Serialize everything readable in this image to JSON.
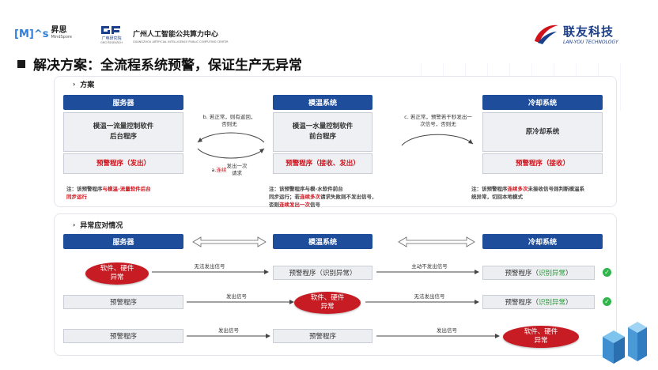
{
  "header": {
    "logo_mindspore_mark": "[M]^s",
    "logo_mindspore_cn": "昇思",
    "logo_mindspore_en": "MindSpore",
    "logo_gre_cn": "广电研究院",
    "logo_gre_en": "GRG RESEARCH",
    "center_title": "广州人工智能公共算力中心",
    "center_subtitle": "GUANGZHOU ARTIFICIAL INTELLIGENCE PUBLIC COMPUTING CENTER",
    "brand_cn": "联友科技",
    "brand_en": "LAN-YOU TECHNOLOGY"
  },
  "page_title": "解决方案：全流程系统预警，保证生产无异常",
  "section1": {
    "title": "方案",
    "col1": {
      "header": "服务器",
      "box1": "模温一流量控制软件\n后台程序",
      "box2": "预警程序（发出）"
    },
    "col2": {
      "header": "模温系统",
      "box1": "模温一水量控制软件\n前台程序",
      "box2": "预警程序（接收、发出）"
    },
    "col3": {
      "header": "冷却系统",
      "box1": "原冷却系统",
      "box2": "预警程序（接收）"
    },
    "arrow1_top": "b. 若正常，则有返回，\n否则无",
    "arrow1_bottom_pre": "a. ",
    "arrow1_bottom_red": "连续",
    "arrow1_bottom_post": "发出一次\n请求",
    "arrow2_top": "c. 若正常，预警若干秒发出一\n次信号，否则无",
    "note1_pre": "注：该预警程序",
    "note1_red": "与模温-流量软件后台\n同步运行",
    "note2_l1": "注：该预警程序与模-水软件前台",
    "note2_l2_pre": "同步运行；若",
    "note2_l2_red": "连续多次",
    "note2_l2_post": "请求失败则不发出信号，",
    "note2_l3_pre": "否则",
    "note2_l3_red": "连续发出一次",
    "note2_l3_post": "信号",
    "note3_pre": "注：该预警程序",
    "note3_red": "连续多次",
    "note3_post": "未接收信号则判断模温系\n统异常，切回本地模式"
  },
  "section2": {
    "title": "异常应对情况",
    "col1_header": "服务器",
    "col2_header": "模温系统",
    "col3_header": "冷却系统",
    "fault_label": "软件、硬件\n异常",
    "row1": {
      "mid": "预警程序（识别异常）",
      "arrow1": "无法发出信号",
      "arrow2": "主动不发出信号",
      "right_pre": "预警程序（",
      "right_red": "识别异常",
      "right_post": "）"
    },
    "row2": {
      "left": "预警程序",
      "arrow1": "发出信号",
      "arrow2": "无法发出信号",
      "right_pre": "预警程序（",
      "right_red": "识别异常",
      "right_post": "）"
    },
    "row3": {
      "left": "预警程序",
      "mid": "预警程序",
      "arrow1": "发出信号",
      "arrow2": "发出信号"
    }
  },
  "colors": {
    "header_blue": "#1e4d9b",
    "alert_red": "#c81c24",
    "ok_green": "#2fb54a"
  }
}
